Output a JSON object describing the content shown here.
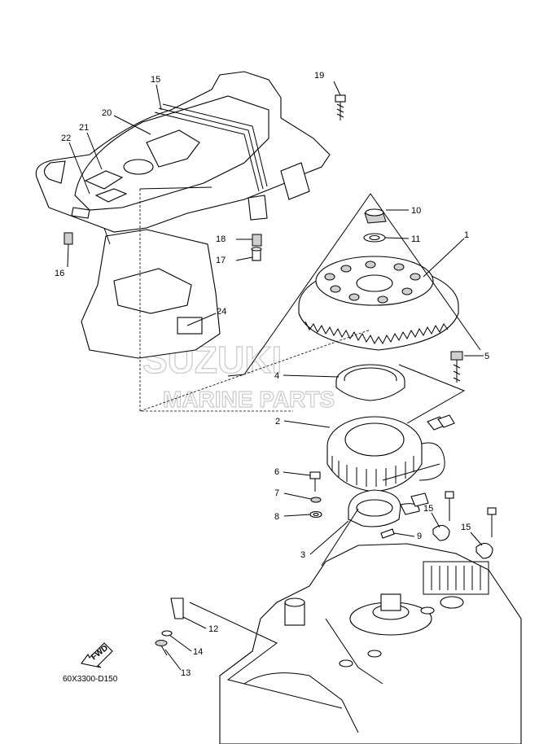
{
  "diagram": {
    "code": "60X3300-D150",
    "fwd_label": "FWD",
    "watermark_line1": "SUZUKI",
    "watermark_line2": "MARINE PARTS",
    "callouts": [
      "1",
      "2",
      "3",
      "4",
      "5",
      "6",
      "7",
      "8",
      "9",
      "10",
      "11",
      "12",
      "13",
      "14",
      "15",
      "15",
      "16",
      "17",
      "18",
      "19",
      "20",
      "21",
      "22",
      "23",
      "24"
    ]
  }
}
